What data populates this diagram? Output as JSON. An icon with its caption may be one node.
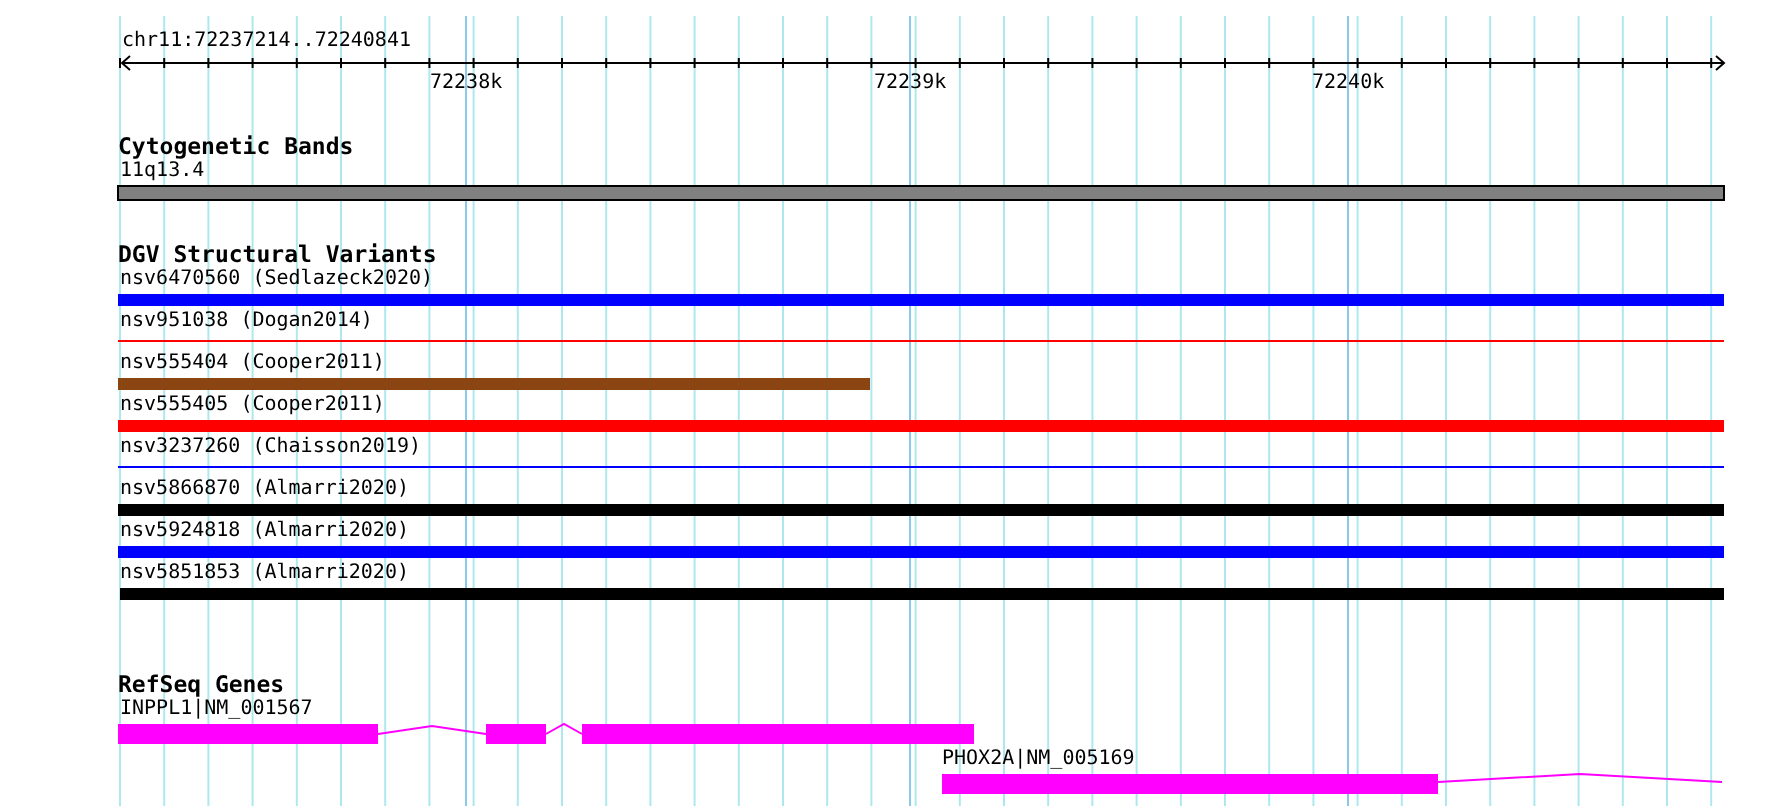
{
  "diagram": {
    "labels": [
      "chr11:72237214..72240841",
      "72238k",
      "72239k",
      "72240k",
      "Cytogenetic Bands",
      "11q13.4",
      "DGV Structural Variants",
      "nsv6470560 (Sedlazeck2020)",
      "nsv951038 (Dogan2014)",
      "nsv555404 (Cooper2011)",
      "nsv555405 (Cooper2011)",
      "nsv3237260 (Chaisson2019)",
      "nsv5866870 (Almarri2020)",
      "nsv5924818 (Almarri2020)",
      "nsv5851853 (Almarri2020)",
      "RefSeq Genes",
      "INPPL1|NM_001567",
      "PHOX2A|NM_005169"
    ]
  }
}
